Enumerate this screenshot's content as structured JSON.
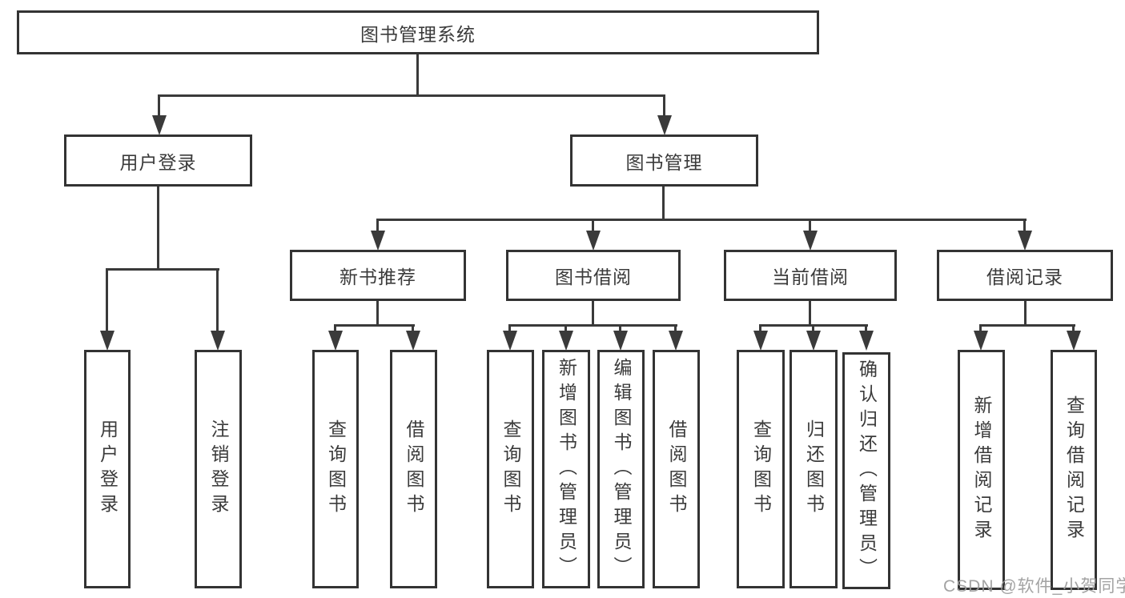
{
  "colors": {
    "line": "#3a3a3a",
    "box_border": "#333333",
    "text": "#3b3b3b",
    "watermark": "#9b9b9b",
    "background": "#ffffff"
  },
  "tree": {
    "root": {
      "label": "图书管理系统"
    },
    "branches": [
      {
        "label": "用户登录",
        "children": [
          {
            "label": "用户登录"
          },
          {
            "label": "注销登录"
          }
        ]
      },
      {
        "label": "图书管理",
        "children": [
          {
            "label": "新书推荐",
            "children": [
              {
                "label": "查询图书"
              },
              {
                "label": "借阅图书"
              }
            ]
          },
          {
            "label": "图书借阅",
            "children": [
              {
                "label": "查询图书"
              },
              {
                "label": "新增图书（管理员）"
              },
              {
                "label": "编辑图书（管理员）"
              },
              {
                "label": "借阅图书"
              }
            ]
          },
          {
            "label": "当前借阅",
            "children": [
              {
                "label": "查询图书"
              },
              {
                "label": "归还图书"
              },
              {
                "label": "确认归还（管理员）"
              }
            ]
          },
          {
            "label": "借阅记录",
            "children": [
              {
                "label": "新增借阅记录"
              },
              {
                "label": "查询借阅记录"
              }
            ]
          }
        ]
      }
    ]
  },
  "watermark": {
    "text": "CSDN @软件_小贺同学"
  }
}
